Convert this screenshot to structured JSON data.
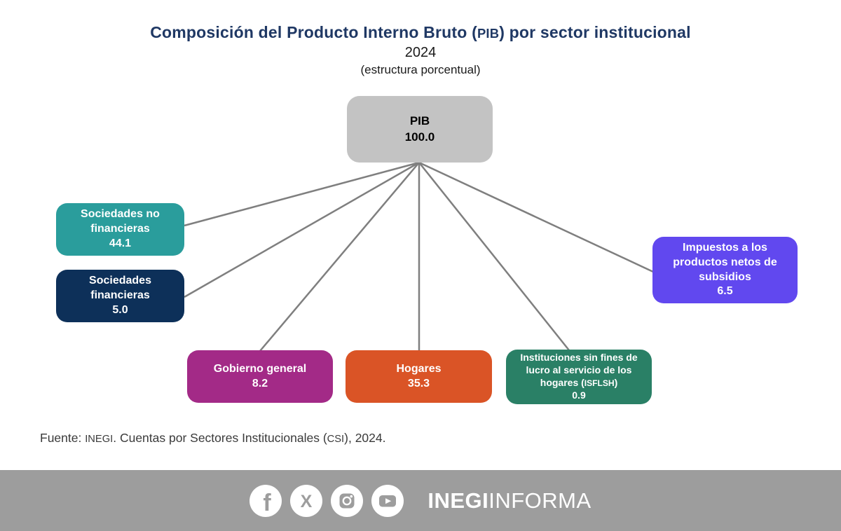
{
  "header": {
    "title_part1": "Composición del Producto Interno Bruto (",
    "title_acronym": "PIB",
    "title_part2": ") por sector institucional",
    "year": "2024",
    "subtitle": "(estructura porcentual)"
  },
  "chart_data": {
    "type": "tree",
    "title": "Composición del Producto Interno Bruto (PIB) por sector institucional",
    "year": "2024",
    "unit": "estructura porcentual",
    "root": {
      "label": "PIB",
      "value": "100.0",
      "value_num": 100.0,
      "color": "#c3c3c3"
    },
    "nodes": [
      {
        "label": "Sociedades no financieras",
        "value": "44.1",
        "value_num": 44.1,
        "color": "#2a9d9c"
      },
      {
        "label": "Sociedades financieras",
        "value": "5.0",
        "value_num": 5.0,
        "color": "#0d3059"
      },
      {
        "label": "Gobierno general",
        "value": "8.2",
        "value_num": 8.2,
        "color": "#a32a87"
      },
      {
        "label": "Hogares",
        "value": "35.3",
        "value_num": 35.3,
        "color": "#da5426"
      },
      {
        "label": "Instituciones sin fines de lucro al servicio de los hogares (ISFLSH)",
        "label_part1": "Instituciones sin fines de lucro al servicio de los hogares (",
        "label_acronym": "ISFLSH",
        "label_part2": ")",
        "value": "0.9",
        "value_num": 0.9,
        "color": "#2a8066"
      },
      {
        "label": "Impuestos a los productos netos de subsidios",
        "value": "6.5",
        "value_num": 6.5,
        "color": "#6148ef"
      }
    ],
    "connector_color": "#7f7f7f"
  },
  "source": {
    "part1": "Fuente: ",
    "inegi": "INEGI",
    "part2": ". Cuentas por Sectores Institucionales (",
    "csi": "CSI",
    "part3": "), 2024."
  },
  "footer_bar": {
    "background": "#9d9d9d",
    "icons": [
      "facebook-icon",
      "x-icon",
      "instagram-icon",
      "youtube-icon"
    ],
    "brand_bold": "INEGI",
    "brand_regular": "INFORMA"
  },
  "colors": {
    "title_text": "#1f3864",
    "source_text": "#3a3a3a"
  }
}
